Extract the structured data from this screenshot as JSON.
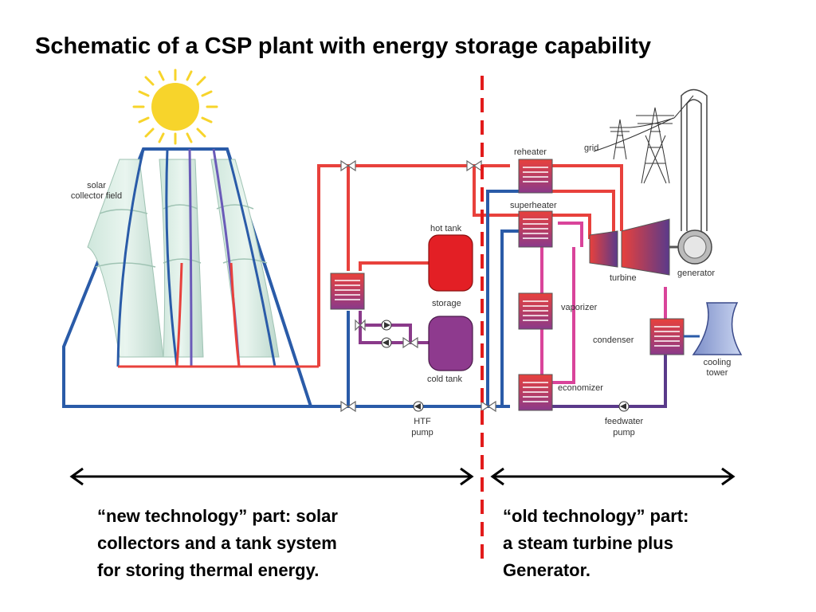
{
  "title": "Schematic of a CSP plant with energy storage capability",
  "labels": {
    "solar_field_1": "solar",
    "solar_field_2": "collector field",
    "grid": "grid",
    "reheater": "reheater",
    "superheater": "superheater",
    "hot_tank": "hot tank",
    "storage": "storage",
    "cold_tank": "cold tank",
    "turbine": "turbine",
    "generator": "generator",
    "vaporizer": "vaporizer",
    "condenser": "condenser",
    "cooling_tower_1": "cooling",
    "cooling_tower_2": "tower",
    "economizer": "economizer",
    "htf_pump_1": "HTF",
    "htf_pump_2": "pump",
    "feedwater_pump_1": "feedwater",
    "feedwater_pump_2": "pump"
  },
  "captions": {
    "left": [
      "“new technology” part: solar",
      "collectors and a tank system",
      "for storing thermal energy."
    ],
    "right": [
      "“old technology” part:",
      "a steam turbine plus",
      "Generator."
    ]
  },
  "colors": {
    "hot_line": "#e8413c",
    "cold_line": "#2a5ba8",
    "steam_line": "#d9449a",
    "water_line": "#5a3a8a",
    "divider": "#e21b1b",
    "sun": "#f7d42b"
  }
}
